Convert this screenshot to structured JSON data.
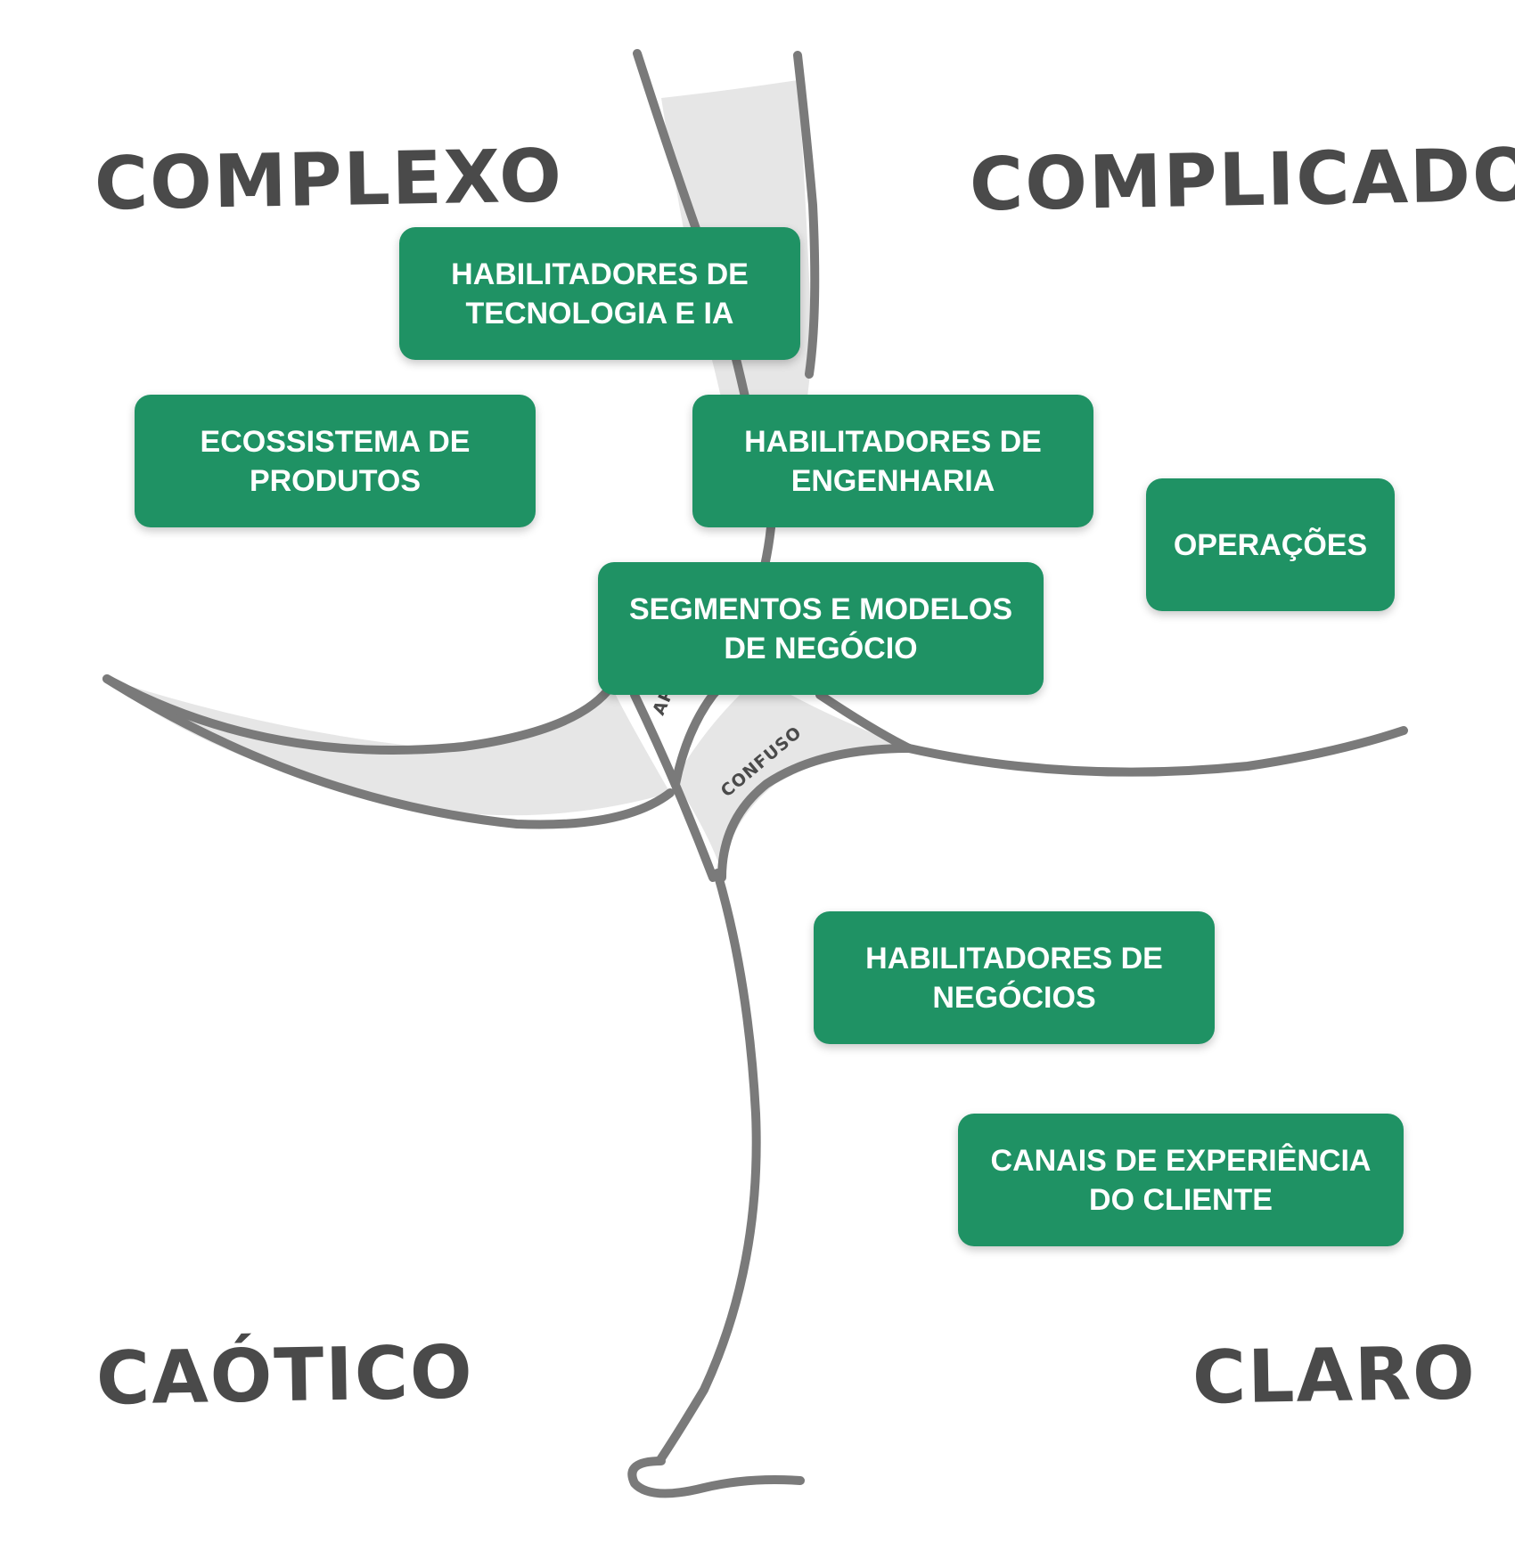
{
  "quadrants": {
    "complexo": "COMPLEXO",
    "complicado": "COMPLICADO",
    "caotico": "CAÓTICO",
    "claro": "CLARO"
  },
  "center_labels": {
    "apor": "APOR",
    "confuso": "CONFUSO"
  },
  "boxes": {
    "tecnologia_ia": "HABILITADORES DE\nTECNOLOGIA E IA",
    "ecossistema": "ECOSSISTEMA DE\nPRODUTOS",
    "engenharia": "HABILITADORES DE\nENGENHARIA",
    "operacoes": "OPERAÇÕES",
    "segmentos": "SEGMENTOS E MODELOS\nDE NEGÓCIO",
    "negocios": "HABILITADORES DE\nNEGÓCIOS",
    "canais": "CANAIS DE EXPERIÊNCIA\nDO CLIENTE"
  },
  "colors": {
    "box_fill": "#1f9264",
    "box_text": "#ffffff",
    "line_stroke": "#7a7a7a",
    "region_fill": "#e6e6e6",
    "label_text": "#4a4a4a"
  }
}
